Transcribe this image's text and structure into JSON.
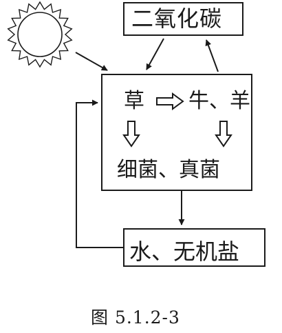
{
  "nodes": {
    "co2": {
      "label": "二氧化碳"
    },
    "producer": {
      "label": "草"
    },
    "consumer": {
      "label": "牛、羊"
    },
    "decomposer": {
      "label": "细菌、真菌"
    },
    "minerals": {
      "label": "水、无机盐"
    }
  },
  "sun": {
    "icon": "sun-icon"
  },
  "caption": "图 5.1.2-3",
  "colors": {
    "ink": "#1a1a1a",
    "background": "#ffffff"
  }
}
